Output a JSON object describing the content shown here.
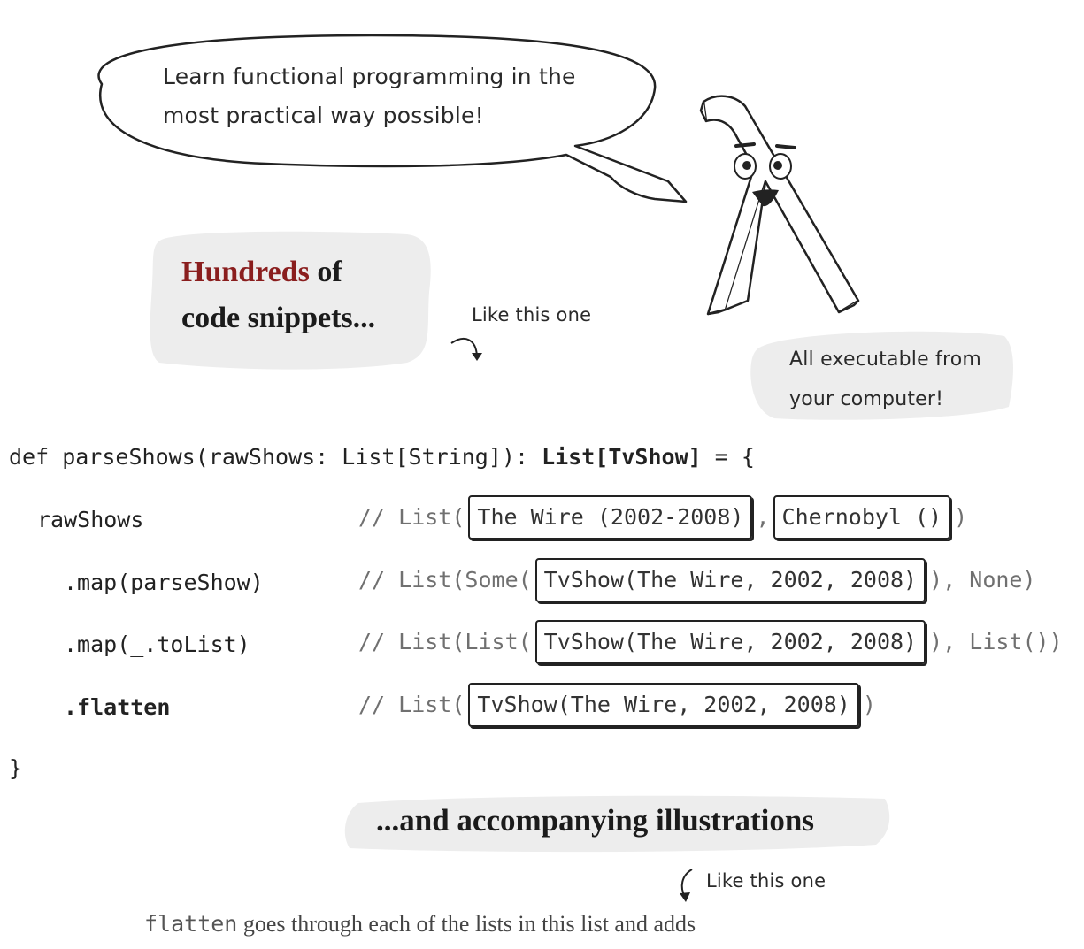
{
  "speech_bubble": {
    "line1": "Learn functional programming in the",
    "line2": "most practical way possible!"
  },
  "callout_snippets": {
    "accent_word": "Hundreds",
    "rest_line1": " of",
    "line2": "code snippets..."
  },
  "note_like_this_one_top": "Like this one",
  "callout_executable": {
    "line1": "All executable from",
    "line2": "your computer!"
  },
  "code": {
    "signature_prefix": "def parseShows(rawShows: List[String]): ",
    "signature_return": "List[TvShow]",
    "signature_suffix": " = {",
    "lines": [
      {
        "expr": "rawShows",
        "comment_pre": "// List(",
        "boxes": [
          "The Wire (2002-2008)",
          "Chernobyl ()"
        ],
        "separator": ",",
        "comment_post": ")"
      },
      {
        "expr": ".map(parseShow)",
        "comment_pre": "// List(Some(",
        "boxes": [
          "TvShow(The Wire, 2002, 2008)"
        ],
        "comment_post": "), None)"
      },
      {
        "expr": ".map(_.toList)",
        "comment_pre": "// List(List(",
        "boxes": [
          "TvShow(The Wire, 2002, 2008)"
        ],
        "comment_post": "), List())"
      },
      {
        "expr": ".flatten",
        "comment_pre": "// List(",
        "boxes": [
          "TvShow(The Wire, 2002, 2008)"
        ],
        "comment_post": ")"
      }
    ],
    "closing": "}"
  },
  "callout_illustrations": "...and accompanying illustrations",
  "note_like_this_one_bottom": "Like this one",
  "bottom_text": {
    "code_word": "flatten",
    "rest": " goes through each of the lists in this list and adds"
  }
}
